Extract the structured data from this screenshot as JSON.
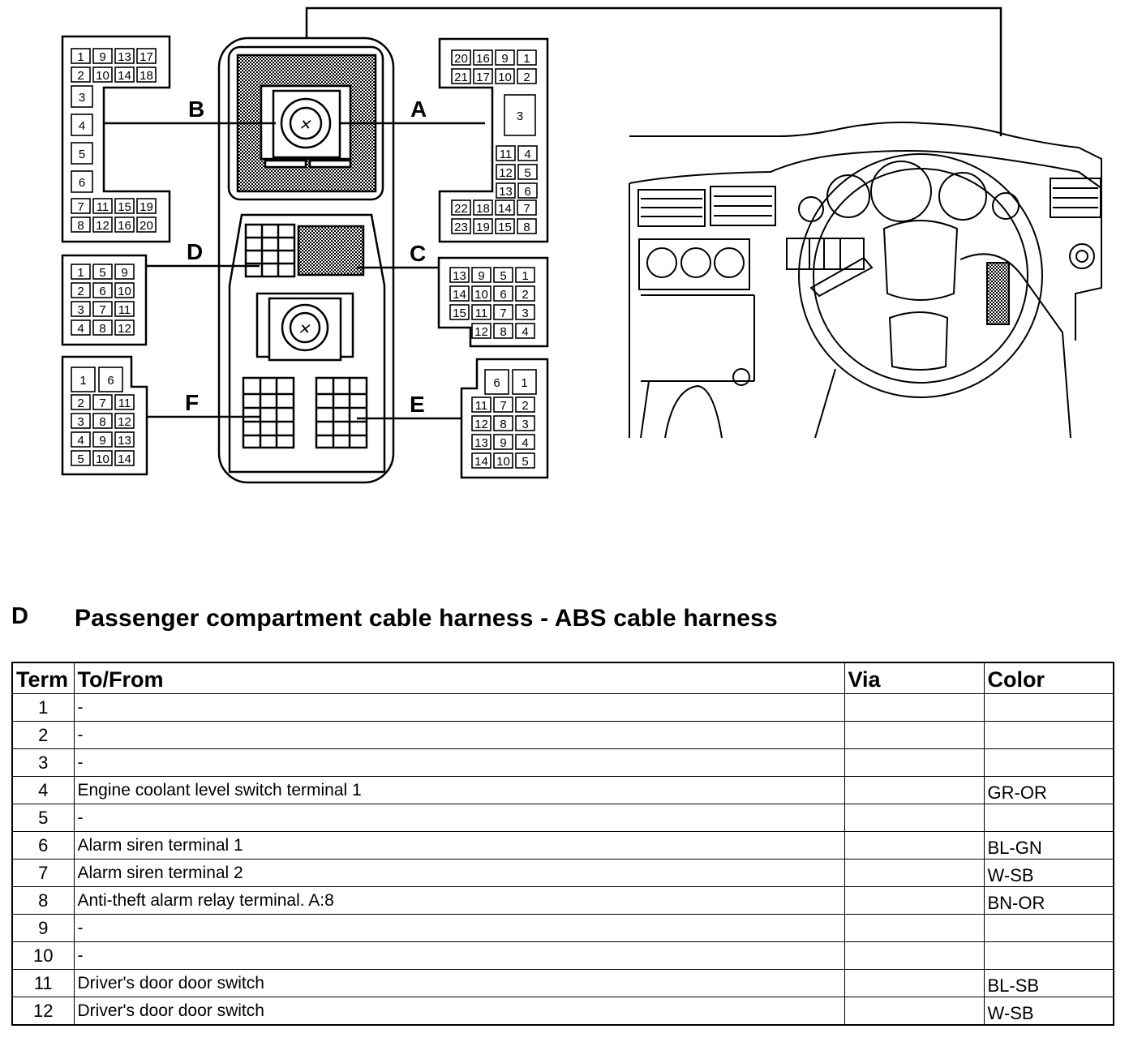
{
  "diagram": {
    "connector_labels": {
      "A": "A",
      "B": "B",
      "C": "C",
      "D": "D",
      "E": "E",
      "F": "F"
    },
    "connector_B": {
      "rows_top": [
        [
          "1",
          "9",
          "13",
          "17"
        ],
        [
          "2",
          "10",
          "14",
          "18"
        ]
      ],
      "singles": [
        "3",
        "4",
        "5",
        "6"
      ],
      "rows_bottom": [
        [
          "7",
          "11",
          "15",
          "19"
        ],
        [
          "8",
          "12",
          "16",
          "20"
        ]
      ]
    },
    "connector_A": {
      "rows_top": [
        [
          "20",
          "16",
          "9",
          "1"
        ],
        [
          "21",
          "17",
          "10",
          "2"
        ]
      ],
      "center": "3",
      "rows_mid": [
        [
          "11",
          "4"
        ],
        [
          "12",
          "5"
        ],
        [
          "13",
          "6"
        ]
      ],
      "rows_bottom": [
        [
          "22",
          "18",
          "14",
          "7"
        ],
        [
          "23",
          "19",
          "15",
          "8"
        ]
      ]
    },
    "connector_D": {
      "rows": [
        [
          "1",
          "5",
          "9"
        ],
        [
          "2",
          "6",
          "10"
        ],
        [
          "3",
          "7",
          "11"
        ],
        [
          "4",
          "8",
          "12"
        ]
      ]
    },
    "connector_C": {
      "rows": [
        [
          "13",
          "9",
          "5",
          "1"
        ],
        [
          "14",
          "10",
          "6",
          "2"
        ],
        [
          "15",
          "11",
          "7",
          "3"
        ],
        [
          "12",
          "8",
          "4"
        ]
      ]
    },
    "connector_F": {
      "top": [
        [
          "1",
          "6"
        ]
      ],
      "rows": [
        [
          "2",
          "7",
          "11"
        ],
        [
          "3",
          "8",
          "12"
        ],
        [
          "4",
          "9",
          "13"
        ],
        [
          "5",
          "10",
          "14"
        ]
      ]
    },
    "connector_E": {
      "top": [
        [
          "6",
          "1"
        ]
      ],
      "rows": [
        [
          "11",
          "7",
          "2"
        ],
        [
          "12",
          "8",
          "3"
        ],
        [
          "13",
          "9",
          "4"
        ],
        [
          "14",
          "10",
          "5"
        ]
      ]
    }
  },
  "section": {
    "letter": "D",
    "title": "Passenger compartment cable harness - ABS cable harness"
  },
  "table": {
    "headers": {
      "term": "Term",
      "to_from": "To/From",
      "via": "Via",
      "color": "Color"
    },
    "rows": [
      {
        "term": "1",
        "to_from": "-",
        "via": "",
        "color": ""
      },
      {
        "term": "2",
        "to_from": "-",
        "via": "",
        "color": ""
      },
      {
        "term": "3",
        "to_from": "-",
        "via": "",
        "color": ""
      },
      {
        "term": "4",
        "to_from": "Engine coolant level switch terminal 1",
        "via": "",
        "color": "GR-OR"
      },
      {
        "term": "5",
        "to_from": "-",
        "via": "",
        "color": ""
      },
      {
        "term": "6",
        "to_from": "Alarm siren terminal 1",
        "via": "",
        "color": "BL-GN"
      },
      {
        "term": "7",
        "to_from": "Alarm siren terminal 2",
        "via": "",
        "color": "W-SB"
      },
      {
        "term": "8",
        "to_from": "Anti-theft alarm relay terminal. A:8",
        "via": "",
        "color": "BN-OR"
      },
      {
        "term": "9",
        "to_from": "-",
        "via": "",
        "color": ""
      },
      {
        "term": "10",
        "to_from": "-",
        "via": "",
        "color": ""
      },
      {
        "term": "11",
        "to_from": "Driver's door door switch",
        "via": "",
        "color": "BL-SB"
      },
      {
        "term": "12",
        "to_from": "Driver's door door switch",
        "via": "",
        "color": "W-SB"
      }
    ]
  }
}
